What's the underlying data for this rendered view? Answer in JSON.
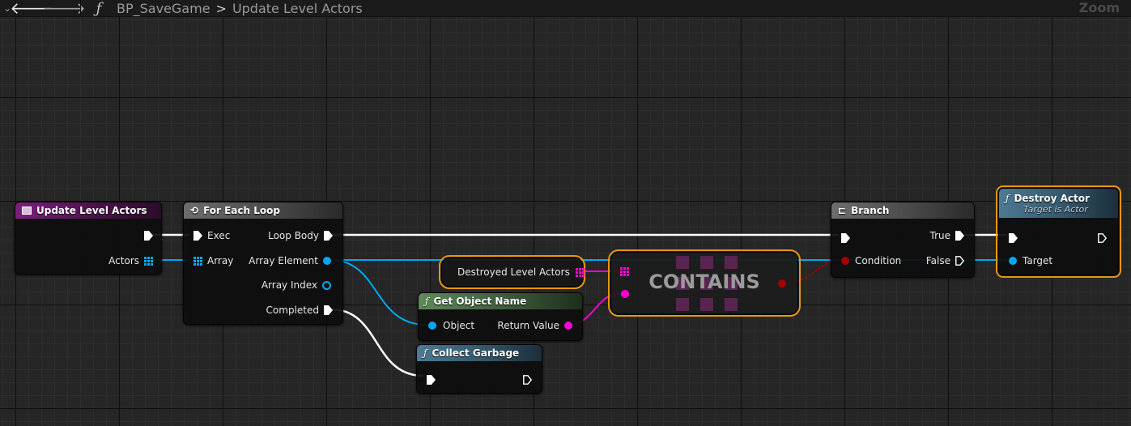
{
  "toolbar": {
    "menu_glyph": "⌄",
    "back_glyph": "🡐",
    "forward_glyph": "🡒",
    "function_glyph": "ƒ",
    "breadcrumb": [
      "BP_SaveGame",
      "Update Level Actors"
    ],
    "breadcrumb_separator": ">",
    "zoom_label": "Zoom"
  },
  "nodes": {
    "update_level_actors": {
      "title": "Update Level Actors",
      "pins": {
        "actors": "Actors"
      }
    },
    "for_each_loop": {
      "title": "For Each Loop",
      "pins": {
        "exec": "Exec",
        "array": "Array",
        "loop_body": "Loop Body",
        "array_element": "Array Element",
        "array_index": "Array Index",
        "completed": "Completed"
      }
    },
    "destroyed_level_actors": {
      "title": "Destroyed Level Actors"
    },
    "get_object_name": {
      "title": "Get Object Name",
      "pins": {
        "object": "Object",
        "return_value": "Return Value"
      }
    },
    "contains": {
      "title": "CONTAINS"
    },
    "collect_garbage": {
      "title": "Collect Garbage"
    },
    "branch": {
      "title": "Branch",
      "pins": {
        "condition": "Condition",
        "true": "True",
        "false": "False"
      }
    },
    "destroy_actor": {
      "title": "Destroy Actor",
      "subtitle": "Target is Actor",
      "pins": {
        "target": "Target"
      }
    }
  },
  "colors": {
    "exec_wire": "#ffffff",
    "object_wire": "#00a8f3",
    "name_wire": "#ff00d4",
    "bool_wire": "#a50000",
    "selection_outline": "#e7960f"
  }
}
